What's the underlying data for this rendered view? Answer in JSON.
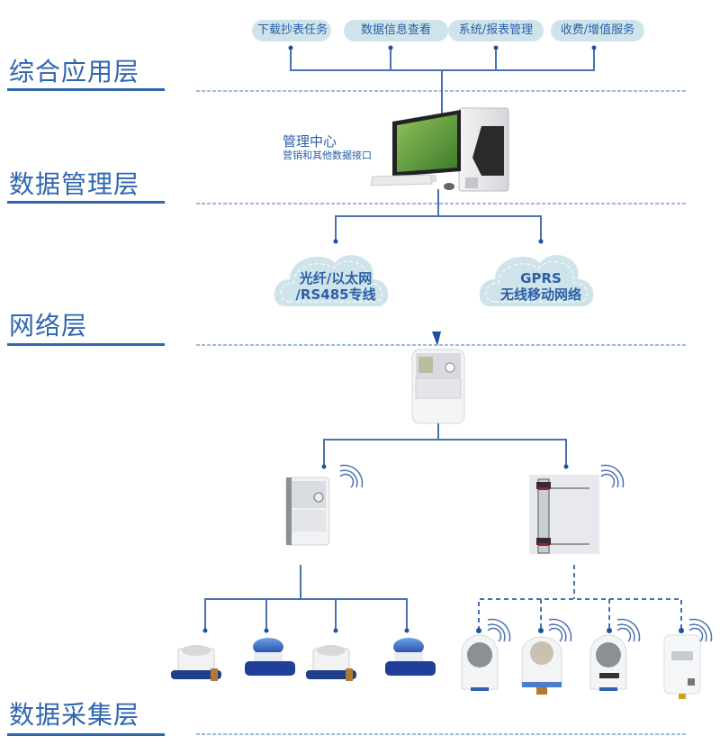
{
  "layers": [
    {
      "id": "application",
      "label": "综合应用层"
    },
    {
      "id": "data-management",
      "label": "数据管理层"
    },
    {
      "id": "network",
      "label": "网络层"
    },
    {
      "id": "data-collection",
      "label": "数据采集层"
    }
  ],
  "application_services": [
    {
      "label": "下载抄表任务"
    },
    {
      "label": "数据信息查看"
    },
    {
      "label": "系统/报表管理"
    },
    {
      "label": "收费/增值服务"
    }
  ],
  "management_center": {
    "title": "管理中心",
    "subtitle": "营销和其他数据接口"
  },
  "networks": [
    {
      "line1": "光纤/以太网",
      "line2": "/RS485专线"
    },
    {
      "line1": "GPRS",
      "line2": "无线移动网络"
    }
  ],
  "devices": {
    "concentrator": "concentrator",
    "collectors": [
      "wired-collector",
      "wireless-collector"
    ],
    "wired_meters_count": 4,
    "wireless_meters_count": 4
  },
  "colors": {
    "primary": "#2f66ae",
    "pill_bg": "#cfe4ea",
    "cloud_bg": "#cfe4ea",
    "dashed": "#7fa3cf"
  }
}
